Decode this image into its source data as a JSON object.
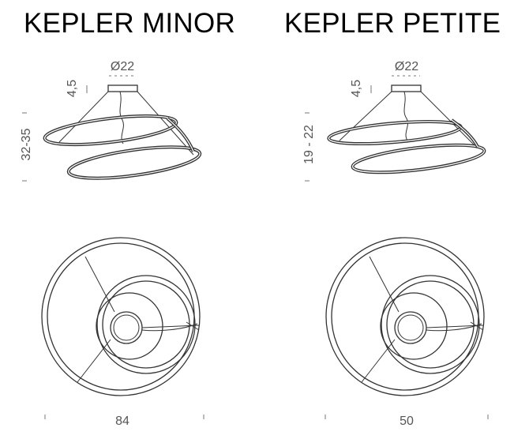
{
  "models": [
    {
      "name": "KEPLER MINOR",
      "canopy_diameter": "Ø22",
      "canopy_height": "4,5",
      "height_range": "32-35",
      "diameter": "84"
    },
    {
      "name": "KEPLER PETITE",
      "canopy_diameter": "Ø22",
      "canopy_height": "4,5",
      "height_range": "19 - 22",
      "diameter": "50"
    }
  ]
}
